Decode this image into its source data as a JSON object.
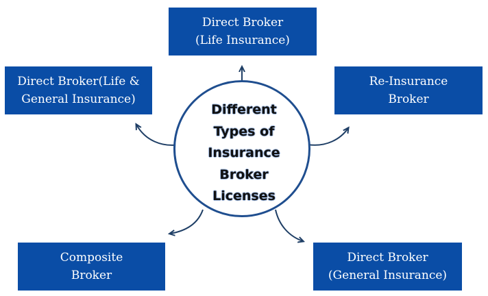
{
  "center": {
    "lines": [
      "Different",
      "Types of",
      "Insurance",
      "Broker",
      "Licenses"
    ]
  },
  "boxes": {
    "top": {
      "lines": [
        "Direct Broker",
        "(Life Insurance)"
      ]
    },
    "left": {
      "lines": [
        "Direct Broker(Life &",
        "General Insurance)"
      ]
    },
    "right": {
      "lines": [
        "Re-Insurance",
        "Broker"
      ]
    },
    "bottom_left": {
      "lines": [
        "Composite",
        "Broker"
      ]
    },
    "bottom_right": {
      "lines": [
        "Direct Broker",
        "(General Insurance)"
      ]
    }
  },
  "colors": {
    "box_fill": "#0a4da6",
    "box_text": "#ffffff",
    "circle_stroke": "#1f4e8f",
    "arrow": "#1f3f66",
    "center_text": "#111111"
  }
}
